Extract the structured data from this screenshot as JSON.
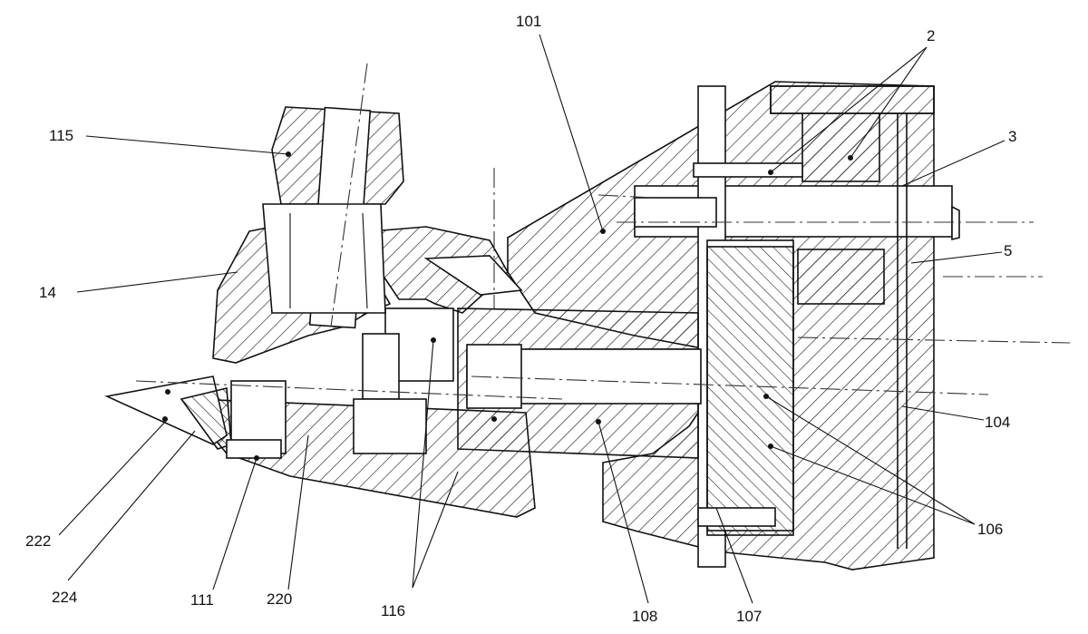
{
  "labels": {
    "l101": "101",
    "l2": "2",
    "l3": "3",
    "l5": "5",
    "l115": "115",
    "l14": "14",
    "l104": "104",
    "l106": "106",
    "l222": "222",
    "l224": "224",
    "l111": "111",
    "l220": "220",
    "l116": "116",
    "l108": "108",
    "l107": "107"
  },
  "icons": [
    "mechanical-cross-section-drawing"
  ]
}
